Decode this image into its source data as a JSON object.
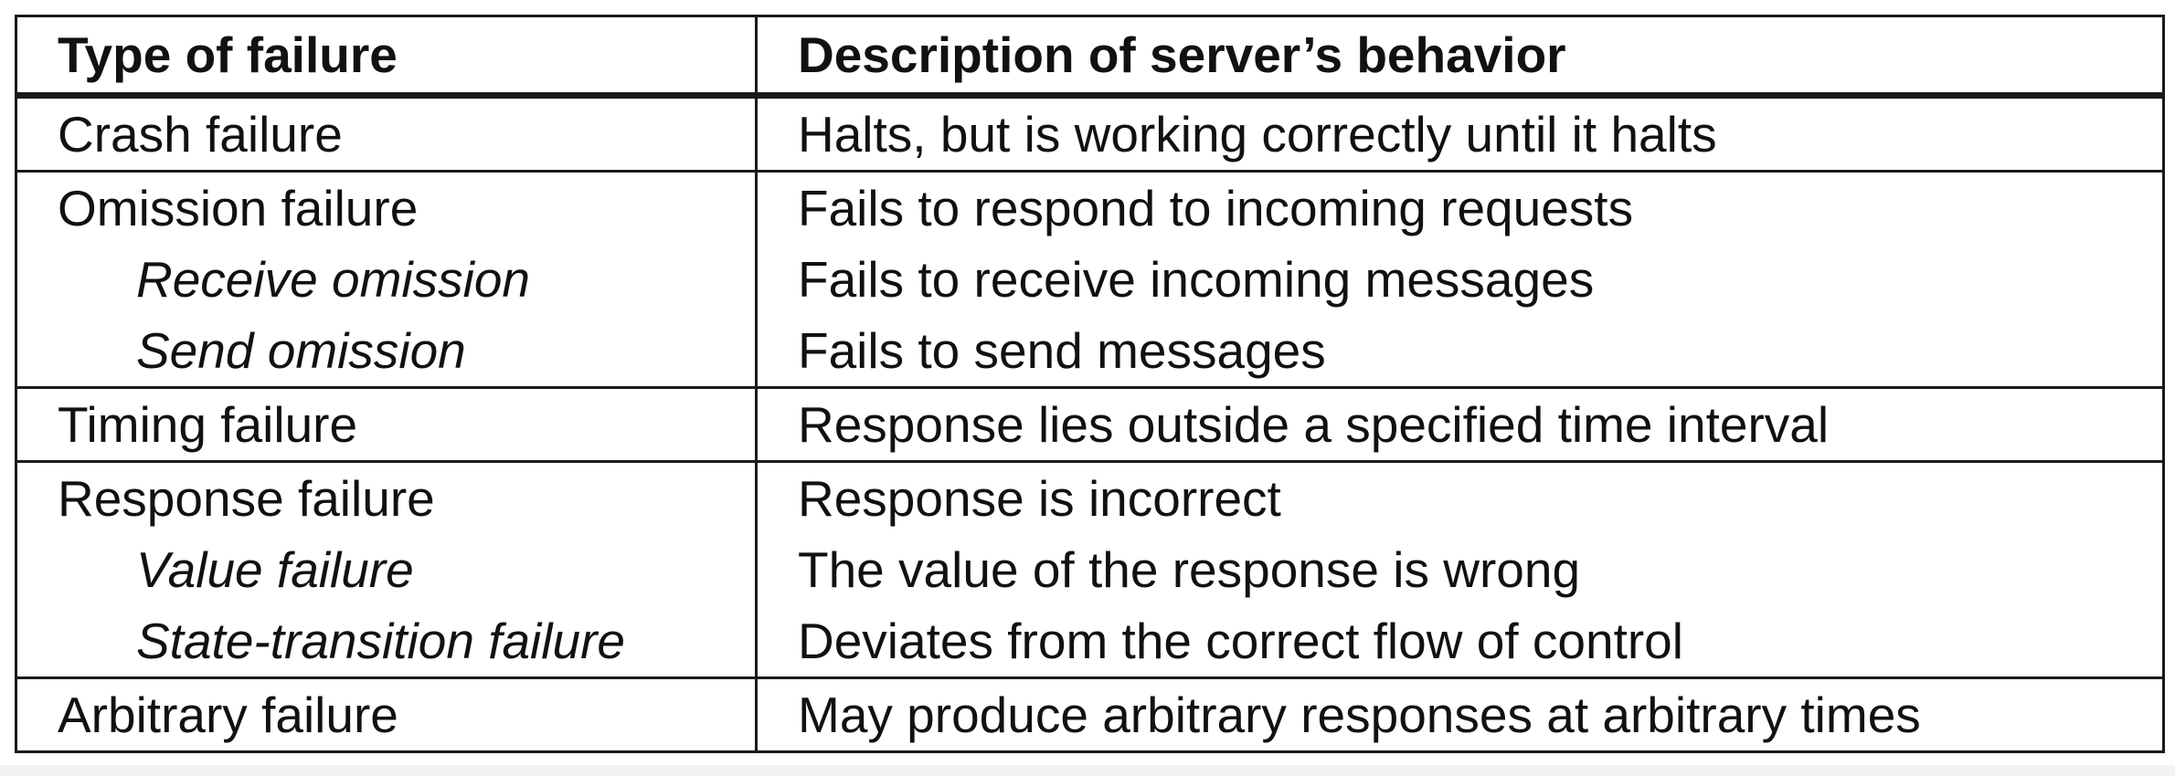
{
  "table": {
    "headers": [
      "Type of failure",
      "Description of server’s behavior"
    ],
    "rows": [
      {
        "type": "Crash failure",
        "description": "Halts, but is working correctly until it halts",
        "sub": false,
        "group_end": true
      },
      {
        "type": "Omission failure",
        "description": "Fails to respond to incoming requests",
        "sub": false,
        "group_end": false
      },
      {
        "type": "Receive omission",
        "description": "Fails to receive incoming messages",
        "sub": true,
        "group_end": false
      },
      {
        "type": "Send omission",
        "description": "Fails to send messages",
        "sub": true,
        "group_end": true
      },
      {
        "type": "Timing failure",
        "description": "Response lies outside a specified time interval",
        "sub": false,
        "group_end": true
      },
      {
        "type": "Response failure",
        "description": "Response is incorrect",
        "sub": false,
        "group_end": false
      },
      {
        "type": "Value failure",
        "description": "The value of the response is wrong",
        "sub": true,
        "group_end": false
      },
      {
        "type": "State-transition failure",
        "description": "Deviates from the correct flow of control",
        "sub": true,
        "group_end": true
      },
      {
        "type": "Arbitrary failure",
        "description": "May produce arbitrary responses at arbitrary times",
        "sub": false,
        "group_end": false
      }
    ]
  }
}
